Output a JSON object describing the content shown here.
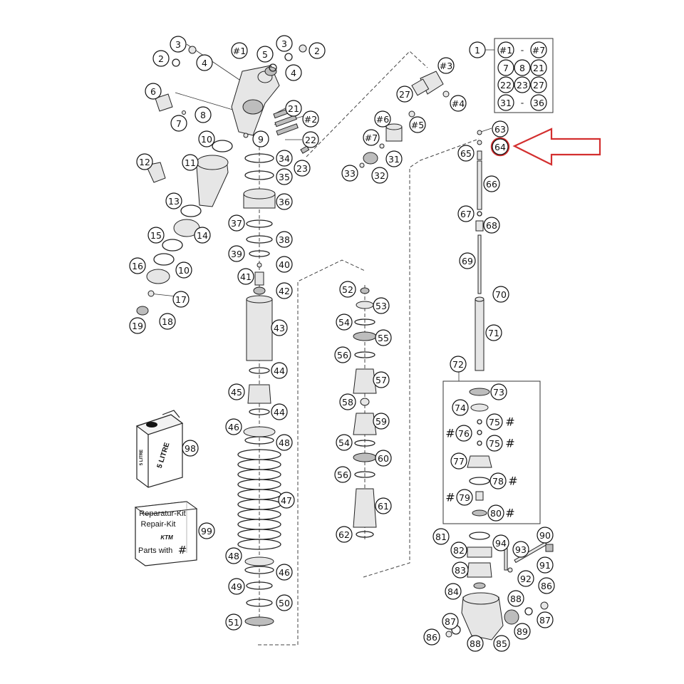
{
  "callouts": [
    {
      "id": "c3a",
      "text": "3"
    },
    {
      "id": "c2a",
      "text": "2"
    },
    {
      "id": "c4a",
      "text": "4"
    },
    {
      "id": "c1h",
      "text": "#1"
    },
    {
      "id": "c5",
      "text": "5"
    },
    {
      "id": "c3b",
      "text": "3"
    },
    {
      "id": "c2b",
      "text": "2"
    },
    {
      "id": "c4b",
      "text": "4"
    },
    {
      "id": "c6",
      "text": "6"
    },
    {
      "id": "c8",
      "text": "8"
    },
    {
      "id": "c7",
      "text": "7"
    },
    {
      "id": "c21",
      "text": "21"
    },
    {
      "id": "c2h",
      "text": "#2"
    },
    {
      "id": "c10a",
      "text": "10"
    },
    {
      "id": "c9",
      "text": "9"
    },
    {
      "id": "c22",
      "text": "22"
    },
    {
      "id": "c23",
      "text": "23"
    },
    {
      "id": "c12",
      "text": "12"
    },
    {
      "id": "c11",
      "text": "11"
    },
    {
      "id": "c34",
      "text": "34"
    },
    {
      "id": "c35",
      "text": "35"
    },
    {
      "id": "c36",
      "text": "36"
    },
    {
      "id": "c13",
      "text": "13"
    },
    {
      "id": "c14",
      "text": "14"
    },
    {
      "id": "c15",
      "text": "15"
    },
    {
      "id": "c37",
      "text": "37"
    },
    {
      "id": "c38",
      "text": "38"
    },
    {
      "id": "c39",
      "text": "39"
    },
    {
      "id": "c40",
      "text": "40"
    },
    {
      "id": "c16",
      "text": "16"
    },
    {
      "id": "c10b",
      "text": "10"
    },
    {
      "id": "c41",
      "text": "41"
    },
    {
      "id": "c42",
      "text": "42"
    },
    {
      "id": "c17",
      "text": "17"
    },
    {
      "id": "c19",
      "text": "19"
    },
    {
      "id": "c18",
      "text": "18"
    },
    {
      "id": "c43",
      "text": "43"
    },
    {
      "id": "c44a",
      "text": "44"
    },
    {
      "id": "c45",
      "text": "45"
    },
    {
      "id": "c44b",
      "text": "44"
    },
    {
      "id": "c46a",
      "text": "46"
    },
    {
      "id": "c48a",
      "text": "48"
    },
    {
      "id": "c47",
      "text": "47"
    },
    {
      "id": "c48b",
      "text": "48"
    },
    {
      "id": "c46b",
      "text": "46"
    },
    {
      "id": "c49",
      "text": "49"
    },
    {
      "id": "c50",
      "text": "50"
    },
    {
      "id": "c51",
      "text": "51"
    },
    {
      "id": "c98",
      "text": "98"
    },
    {
      "id": "c99",
      "text": "99"
    },
    {
      "id": "c3h",
      "text": "#3"
    },
    {
      "id": "c27",
      "text": "27"
    },
    {
      "id": "c4h",
      "text": "#4"
    },
    {
      "id": "c6h",
      "text": "#6"
    },
    {
      "id": "c5h",
      "text": "#5"
    },
    {
      "id": "c7h",
      "text": "#7"
    },
    {
      "id": "c31",
      "text": "31"
    },
    {
      "id": "c33",
      "text": "33"
    },
    {
      "id": "c32",
      "text": "32"
    },
    {
      "id": "c52",
      "text": "52"
    },
    {
      "id": "c53",
      "text": "53"
    },
    {
      "id": "c54a",
      "text": "54"
    },
    {
      "id": "c55",
      "text": "55"
    },
    {
      "id": "c56a",
      "text": "56"
    },
    {
      "id": "c57",
      "text": "57"
    },
    {
      "id": "c58",
      "text": "58"
    },
    {
      "id": "c59",
      "text": "59"
    },
    {
      "id": "c54b",
      "text": "54"
    },
    {
      "id": "c60",
      "text": "60"
    },
    {
      "id": "c56b",
      "text": "56"
    },
    {
      "id": "c61",
      "text": "61"
    },
    {
      "id": "c62",
      "text": "62"
    },
    {
      "id": "c1",
      "text": "1"
    },
    {
      "id": "k1h",
      "text": "#1"
    },
    {
      "id": "k7h",
      "text": "#7"
    },
    {
      "id": "k7",
      "text": "7"
    },
    {
      "id": "k8",
      "text": "8"
    },
    {
      "id": "k21",
      "text": "21"
    },
    {
      "id": "k22",
      "text": "22"
    },
    {
      "id": "k23",
      "text": "23"
    },
    {
      "id": "k27",
      "text": "27"
    },
    {
      "id": "k31",
      "text": "31"
    },
    {
      "id": "k36",
      "text": "36"
    },
    {
      "id": "c63",
      "text": "63"
    },
    {
      "id": "c64",
      "text": "64"
    },
    {
      "id": "c65",
      "text": "65"
    },
    {
      "id": "c66",
      "text": "66"
    },
    {
      "id": "c67",
      "text": "67"
    },
    {
      "id": "c68",
      "text": "68"
    },
    {
      "id": "c69",
      "text": "69"
    },
    {
      "id": "c70",
      "text": "70"
    },
    {
      "id": "c71",
      "text": "71"
    },
    {
      "id": "c72",
      "text": "72"
    },
    {
      "id": "c73",
      "text": "73"
    },
    {
      "id": "c74",
      "text": "74"
    },
    {
      "id": "c75a",
      "text": "75"
    },
    {
      "id": "c76",
      "text": "76"
    },
    {
      "id": "c75b",
      "text": "75"
    },
    {
      "id": "c77",
      "text": "77"
    },
    {
      "id": "c78",
      "text": "78"
    },
    {
      "id": "c79",
      "text": "79"
    },
    {
      "id": "c80",
      "text": "80"
    },
    {
      "id": "c81",
      "text": "81"
    },
    {
      "id": "c94",
      "text": "94"
    },
    {
      "id": "c90",
      "text": "90"
    },
    {
      "id": "c82",
      "text": "82"
    },
    {
      "id": "c93",
      "text": "93"
    },
    {
      "id": "c91",
      "text": "91"
    },
    {
      "id": "c83",
      "text": "83"
    },
    {
      "id": "c92",
      "text": "92"
    },
    {
      "id": "c84",
      "text": "84"
    },
    {
      "id": "c88a",
      "text": "88"
    },
    {
      "id": "c86a",
      "text": "86"
    },
    {
      "id": "c87a",
      "text": "87"
    },
    {
      "id": "c89",
      "text": "89"
    },
    {
      "id": "c87b",
      "text": "87"
    },
    {
      "id": "c86b",
      "text": "86"
    },
    {
      "id": "c88b",
      "text": "88"
    },
    {
      "id": "c85",
      "text": "85"
    }
  ],
  "legend": {
    "dash_a": "-",
    "dash_b": "-"
  },
  "hash_symbol": "#",
  "oil_can": {
    "label_main": "5 LITRE",
    "label_side": "5 LITRE"
  },
  "repair_kit": {
    "line1": "Reparatur-Kit",
    "line2": "Repair-Kit",
    "brand": "KTM",
    "parts_with": "Parts with",
    "symbol": "#"
  },
  "highlight": {
    "part": "64",
    "color": "#d32f2f"
  }
}
